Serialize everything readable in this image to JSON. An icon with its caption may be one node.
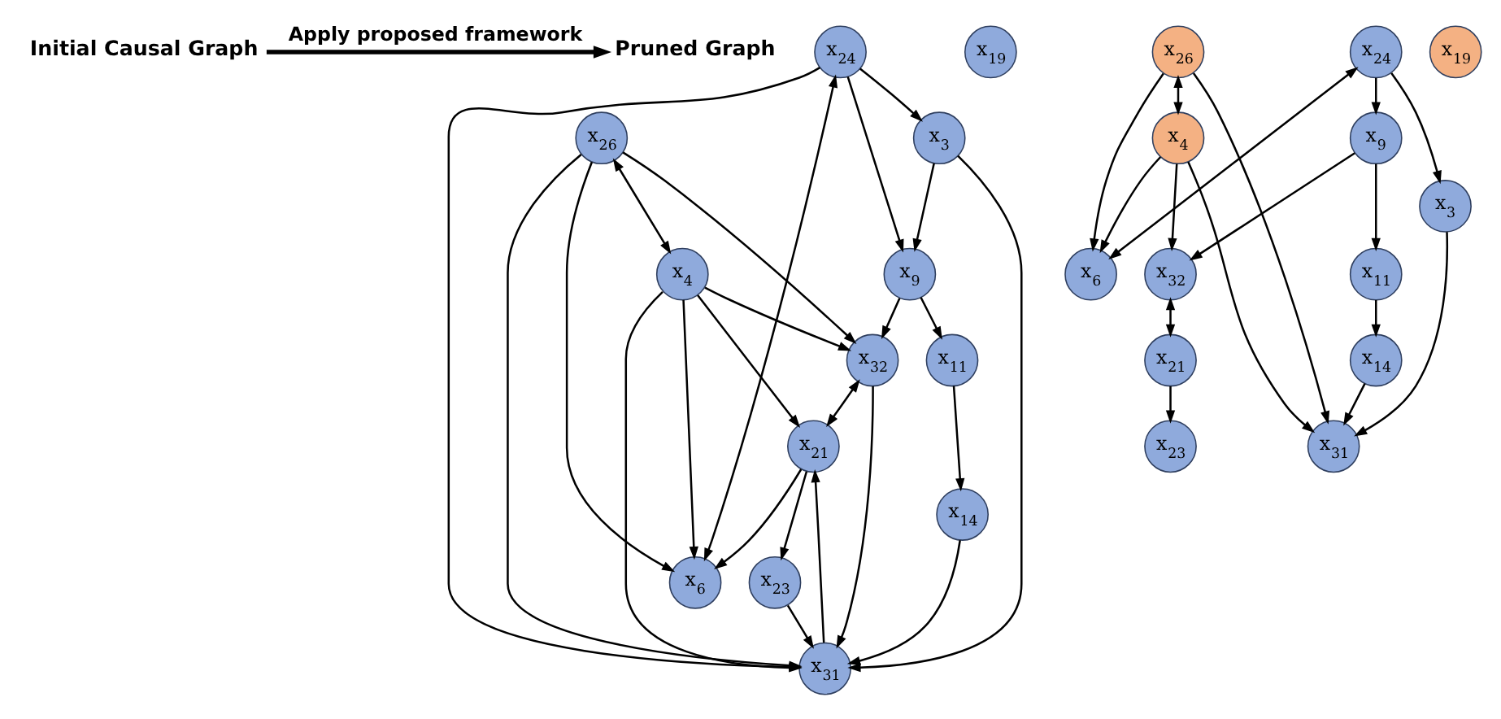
{
  "diagram": {
    "nodes": [
      {
        "text": [
          "x$_{26}$"
        ]
      },
      {
        "text": [
          "x$_{24}$"
        ]
      },
      {
        "text": [
          "x$_{9}$"
        ]
      },
      {
        "text": [
          "x$_{32}$"
        ]
      },
      {
        "text": [
          "x$_{23}$"
        ]
      },
      {
        "text": [
          "x$_{21}$"
        ]
      },
      {
        "text": [
          "x$_{11}$"
        ]
      },
      {
        "text": [
          "x$_{14}$"
        ]
      },
      {
        "text": [
          "x$_{6}$"
        ]
      },
      {
        "text": [
          "x$_{31}$"
        ]
      },
      {
        "text": [
          "x$_{3}$"
        ]
      },
      {
        "text": [
          "x$_{19}$"
        ]
      },
      {
        "text": [
          "x$_{4}$"
        ]
      },
      {
        "text": [
          "x$_{26}$"
        ]
      },
      {
        "text": [
          "x$_{24}$"
        ]
      },
      {
        "text": [
          "x$_{9}$"
        ]
      },
      {
        "text": [
          "x$_{32}$"
        ]
      },
      {
        "text": [
          "x$_{23}$"
        ]
      },
      {
        "text": [
          "x$_{21}$"
        ]
      },
      {
        "text": [
          "x$_{11}$"
        ]
      },
      {
        "text": [
          "x$_{14}$"
        ]
      },
      {
        "text": [
          "x$_{6}$"
        ]
      },
      {
        "text": [
          "x$_{31}$"
        ]
      },
      {
        "text": [
          "x$_{3}$"
        ]
      },
      {
        "text": [
          "x$_{19}$"
        ]
      },
      {
        "text": [
          "x$_{4}$"
        ]
      },
      {
        "text": [
          "Initial Causal Graph"
        ]
      },
      {
        "text": [
          "Pruned Graph"
        ]
      }
    ],
    "edges": [
      {
        "from": 1,
        "to": 2,
        "arrow": "to"
      },
      {
        "from": 2,
        "to": 3,
        "arrow": "to"
      },
      {
        "from": 2,
        "to": 6,
        "arrow": "to"
      },
      {
        "from": 6,
        "to": 7,
        "arrow": "to"
      },
      {
        "from": 5,
        "to": 4,
        "arrow": "to"
      },
      {
        "from": 3,
        "to": 5,
        "arrow": "both"
      },
      {
        "from": 0,
        "to": 12,
        "arrow": "both"
      },
      {
        "from": 0,
        "to": 9,
        "arrow": "to"
      },
      {
        "from": 0,
        "to": 8,
        "arrow": "to"
      },
      {
        "from": 1,
        "to": 8,
        "arrow": "both"
      },
      {
        "from": 1,
        "to": 10,
        "arrow": "to"
      },
      {
        "from": 12,
        "to": 3,
        "arrow": "to"
      },
      {
        "from": 12,
        "to": 8,
        "arrow": "to"
      },
      {
        "from": 12,
        "to": 9,
        "arrow": "to"
      },
      {
        "from": 7,
        "to": 9,
        "arrow": "to"
      },
      {
        "from": 10,
        "to": 9,
        "arrow": "to"
      },
      {
        "from": 10,
        "to": 2,
        "arrow": "to"
      },
      {
        "from": 0,
        "to": 3,
        "arrow": "to"
      },
      {
        "from": 4,
        "to": 9,
        "arrow": "to"
      },
      {
        "from": 1,
        "to": 9,
        "arrow": "to"
      },
      {
        "from": 3,
        "to": 9,
        "arrow": "to"
      },
      {
        "from": 5,
        "to": 8,
        "arrow": "to"
      },
      {
        "from": 12,
        "to": 5,
        "arrow": "to"
      },
      {
        "from": 9,
        "to": 5,
        "arrow": "to"
      },
      {
        "from": 14,
        "to": 15,
        "arrow": "to"
      },
      {
        "from": 15,
        "to": 16,
        "arrow": "to"
      },
      {
        "from": 15,
        "to": 19,
        "arrow": "to"
      },
      {
        "from": 19,
        "to": 20,
        "arrow": "to"
      },
      {
        "from": 18,
        "to": 17,
        "arrow": "to"
      },
      {
        "from": 16,
        "to": 18,
        "arrow": "both"
      },
      {
        "from": 13,
        "to": 25,
        "arrow": "both"
      },
      {
        "from": 13,
        "to": 22,
        "arrow": "to"
      },
      {
        "from": 13,
        "to": 21,
        "arrow": "to"
      },
      {
        "from": 14,
        "to": 21,
        "arrow": "both"
      },
      {
        "from": 14,
        "to": 23,
        "arrow": "to"
      },
      {
        "from": 25,
        "to": 16,
        "arrow": "to"
      },
      {
        "from": 25,
        "to": 21,
        "arrow": "to"
      },
      {
        "from": 25,
        "to": 22,
        "arrow": "to"
      },
      {
        "from": 20,
        "to": 22,
        "arrow": "to"
      },
      {
        "from": 23,
        "to": 22,
        "arrow": "to"
      },
      {
        "from": 26,
        "to": 27,
        "arrow": "to",
        "label": "Apply proposed framework",
        "style": "thick"
      }
    ]
  }
}
